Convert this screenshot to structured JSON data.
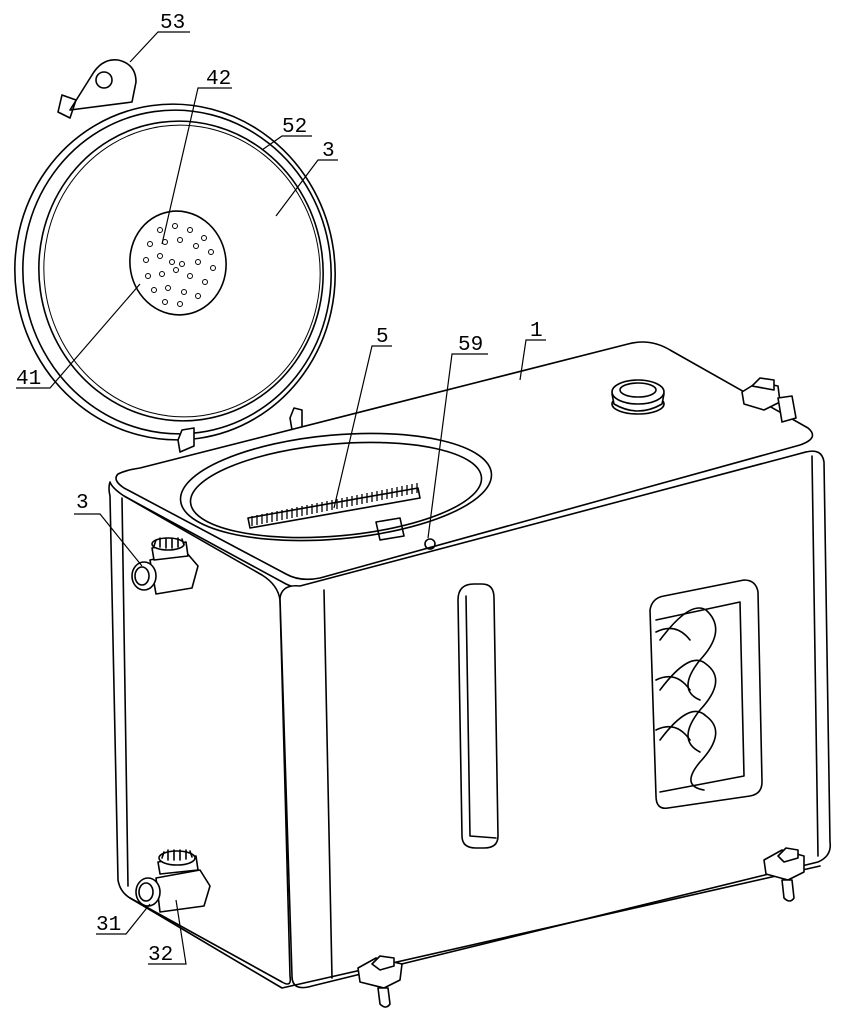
{
  "callouts": {
    "c53": "53",
    "c42": "42",
    "c52": "52",
    "c3_lid": "3",
    "c41": "41",
    "c5": "5",
    "c59": "59",
    "c1": "1",
    "c3_side": "3",
    "c31": "31",
    "c32": "32"
  },
  "colors": {
    "line": "#000000",
    "background": "#ffffff"
  }
}
